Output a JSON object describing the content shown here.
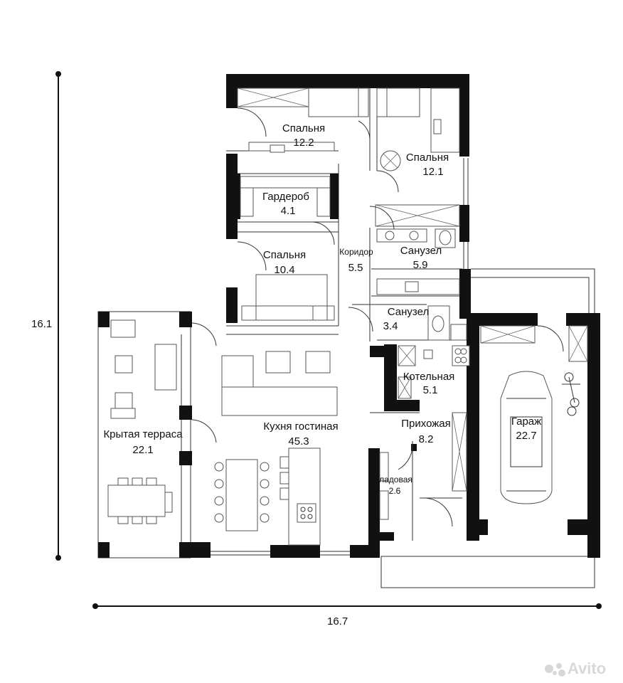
{
  "rooms": {
    "bedroom1": {
      "name": "Спальня",
      "area": "12.2"
    },
    "bedroom2": {
      "name": "Спальня",
      "area": "12.1"
    },
    "wardrobe": {
      "name": "Гардероб",
      "area": "4.1"
    },
    "bedroom3": {
      "name": "Спальня",
      "area": "10.4"
    },
    "corridor": {
      "name": "Коридор",
      "area": "5.5"
    },
    "bathroom1": {
      "name": "Санузел",
      "area": "5.9"
    },
    "bathroom2": {
      "name": "Санузел",
      "area": "3.4"
    },
    "boiler": {
      "name": "Котельная",
      "area": "5.1"
    },
    "terrace": {
      "name": "Крытая терраса",
      "area": "22.1"
    },
    "living": {
      "name": "Кухня гостиная",
      "area": "45.3"
    },
    "hall": {
      "name": "Прихожая",
      "area": "8.2"
    },
    "garage": {
      "name": "Гараж",
      "area": "22.7"
    },
    "pantry": {
      "name": "Кладовая",
      "area": "2.6"
    }
  },
  "dimensions": {
    "height": "16.1",
    "width": "16.7"
  },
  "watermark": {
    "text": "Avito",
    "icon": "avito-logo-icon"
  }
}
